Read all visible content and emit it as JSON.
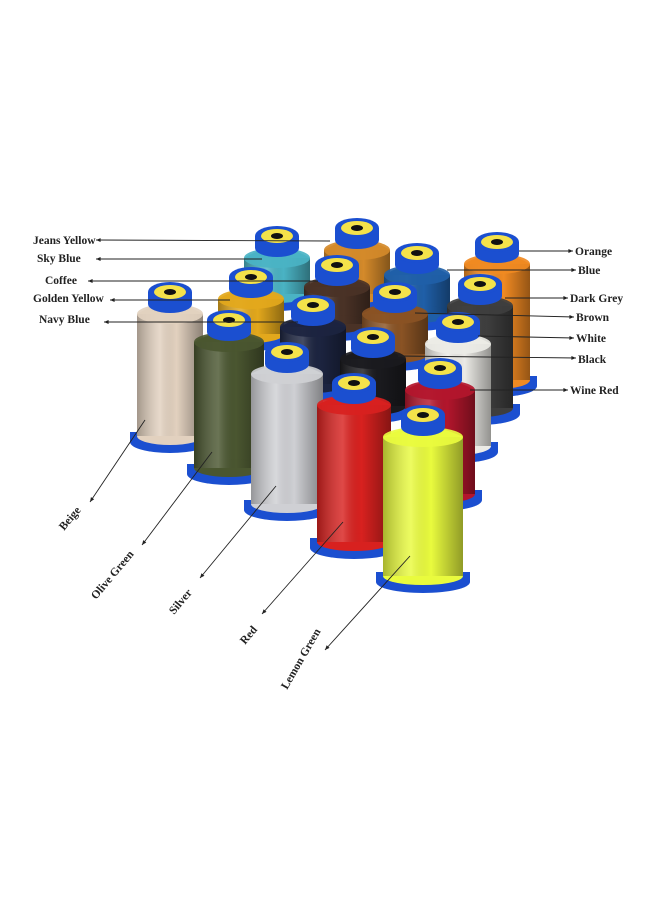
{
  "labels": {
    "jeans_yellow": "Jeans Yellow",
    "sky_blue": "Sky Blue",
    "coffee": "Coffee",
    "golden_yellow": "Golden Yellow",
    "navy_blue": "Navy Blue",
    "orange": "Orange",
    "blue": "Blue",
    "dark_grey": "Dark Grey",
    "brown": "Brown",
    "white": "White",
    "black": "Black",
    "wine_red": "Wine Red",
    "beige": "Beige",
    "olive_green": "Olive Green",
    "silver": "Silver",
    "red": "Red",
    "lemon_green": "Lemon Green"
  },
  "colors": {
    "jeans_yellow": "#d48a2a",
    "sky_blue": "#4ab3c4",
    "coffee": "#4a3226",
    "golden_yellow": "#e3a81c",
    "navy_blue": "#1c2440",
    "orange": "#f08a22",
    "blue": "#1f5fa8",
    "dark_grey": "#3e3e3e",
    "brown": "#8a5324",
    "white": "#ecebe6",
    "black": "#1a1a1e",
    "wine_red": "#b3162c",
    "beige": "#e2d1bf",
    "olive_green": "#4a5630",
    "silver": "#cfd0d4",
    "red": "#d8211f",
    "lemon_green": "#e9fb3e",
    "base_blue": "#1b4fd0",
    "cap_yellow": "#f4e24a",
    "label_text": "#222222"
  }
}
